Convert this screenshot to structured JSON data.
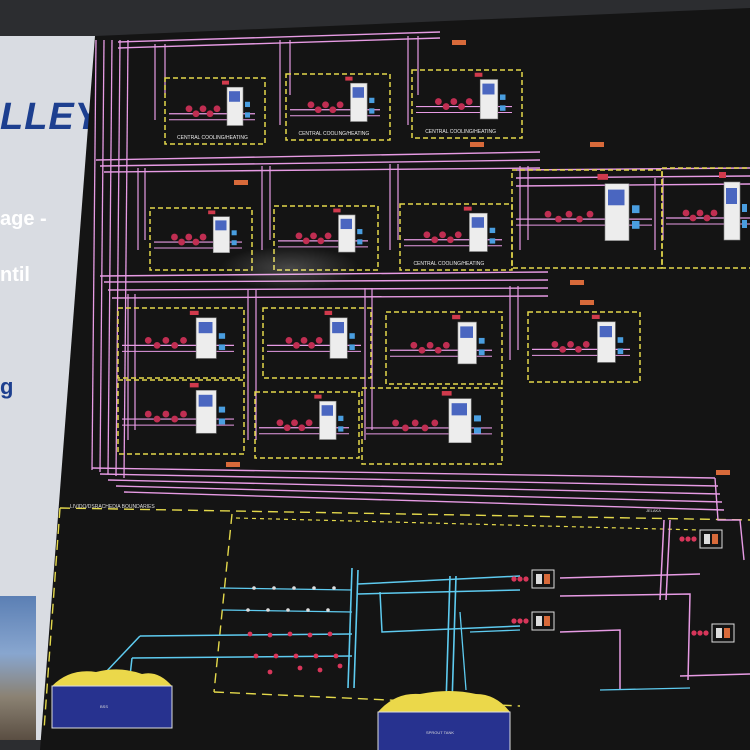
{
  "slide": {
    "title_fragment": "LLEY",
    "line1": "age -",
    "line2": "ntil",
    "line3": "g"
  },
  "drawing": {
    "unit_label": "CENTRAL COOLING/HEATING",
    "boundary_label": "LIVIDO/DSRACHEDIA BOUNDARIES",
    "tag_label": "JELAKA",
    "tank_label_left": "BSS",
    "tank_label_right": "SPROUT TANK",
    "colors": {
      "background": "#141414",
      "pipe_pink": "#e79be4",
      "pipe_cyan": "#5ecbf0",
      "boundary_yellow": "#e3d84b",
      "tank_blue": "#27328f",
      "tank_sand": "#ebd84a",
      "tag_orange": "#d86a3a"
    }
  }
}
